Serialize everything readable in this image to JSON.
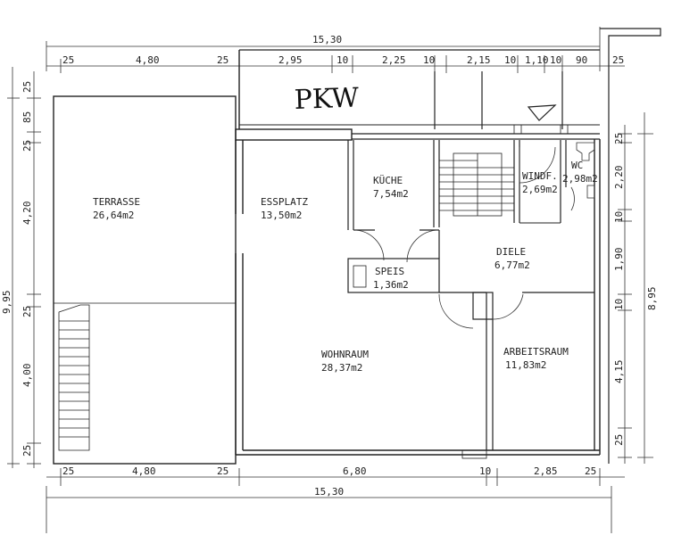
{
  "page_title": "",
  "handwriting": {
    "pkw": "PKW"
  },
  "rooms": {
    "terrasse": {
      "name": "TERRASSE",
      "area": "26,64m2"
    },
    "essplatz": {
      "name": "ESSPLATZ",
      "area": "13,50m2"
    },
    "kueche": {
      "name": "KÜCHE",
      "area": "7,54m2"
    },
    "windf": {
      "name": "WINDF.",
      "area": "2,69m2"
    },
    "wc": {
      "name": "WC",
      "area": "2,98m2"
    },
    "speis": {
      "name": "SPEIS",
      "area": "1,36m2"
    },
    "diele": {
      "name": "DIELE",
      "area": "6,77m2"
    },
    "wohnraum": {
      "name": "WOHNRAUM",
      "area": "28,37m2"
    },
    "arbeitsraum": {
      "name": "ARBEITSRAUM",
      "area": "11,83m2"
    }
  },
  "dimensions": {
    "top_total": "15,30",
    "top": [
      "25",
      "4,80",
      "25",
      "2,95",
      "10",
      "2,25",
      "10",
      "2,15",
      "10",
      "1,10",
      "10",
      "90",
      "25"
    ],
    "bottom": [
      "25",
      "4,80",
      "25",
      "6,80",
      "10",
      "2,85",
      "25"
    ],
    "bottom_total": "15,30",
    "left": [
      "25",
      "85",
      "25",
      "4,20",
      "25",
      "4,00",
      "25"
    ],
    "left_total": "9,95",
    "right": [
      "25",
      "2,20",
      "10",
      "1,90",
      "10",
      "4,15",
      "25"
    ],
    "right_total": "8,95"
  }
}
